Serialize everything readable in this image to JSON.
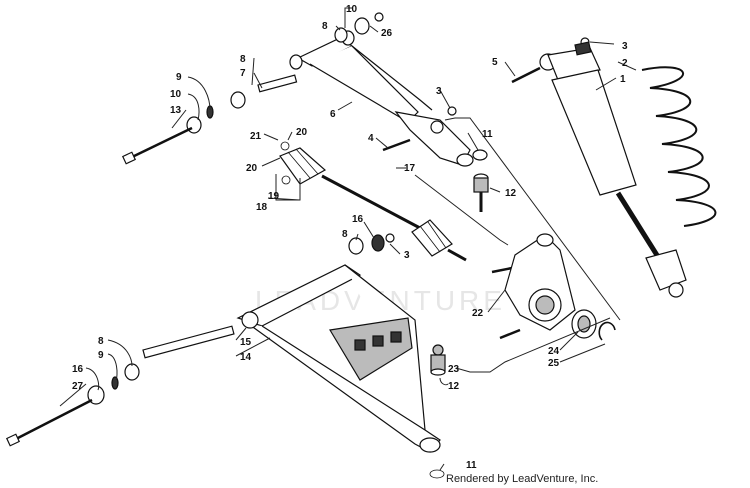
{
  "watermark": "LEADVENTURE",
  "credit": "Rendered by LeadVenture, Inc.",
  "callouts": {
    "c10a": "10",
    "c8a": "8",
    "c26": "26",
    "c8b": "8",
    "c7": "7",
    "c9a": "9",
    "c10b": "10",
    "c13": "13",
    "c6": "6",
    "c3a": "3",
    "c4": "4",
    "c11a": "11",
    "c12a": "12",
    "c21": "21",
    "c20a": "20",
    "c20b": "20",
    "c17": "17",
    "c19": "19",
    "c18": "18",
    "c16a": "16",
    "c8c": "8",
    "c3b": "3",
    "c5": "5",
    "c3c": "3",
    "c2": "2",
    "c1": "1",
    "c22": "22",
    "c24": "24",
    "c25": "25",
    "c23": "23",
    "c12b": "12",
    "c15": "15",
    "c14": "14",
    "c8d": "8",
    "c9b": "9",
    "c16b": "16",
    "c27": "27",
    "c11b": "11"
  }
}
